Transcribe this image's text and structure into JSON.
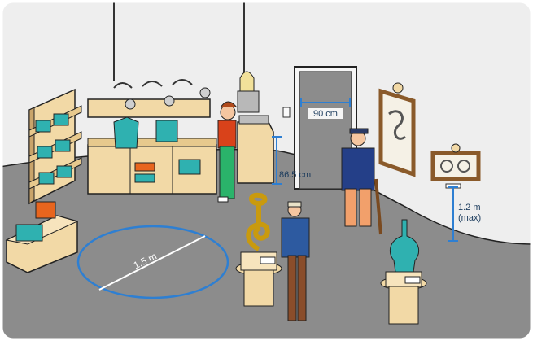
{
  "measurements": {
    "door_width": "90 cm",
    "counter_height": "86.5 cm",
    "turning_diameter": "1.5 m",
    "display_height_value": "1.2 m",
    "display_height_note": "(max)"
  },
  "colors": {
    "floor": "#8a8a8a",
    "wall": "#ececec",
    "wood": "#f2d9a6",
    "wood_edge": "#c9a46a",
    "accent_teal": "#2fb1b0",
    "measure_blue": "#2e7fd2",
    "orange": "#e8651e"
  }
}
